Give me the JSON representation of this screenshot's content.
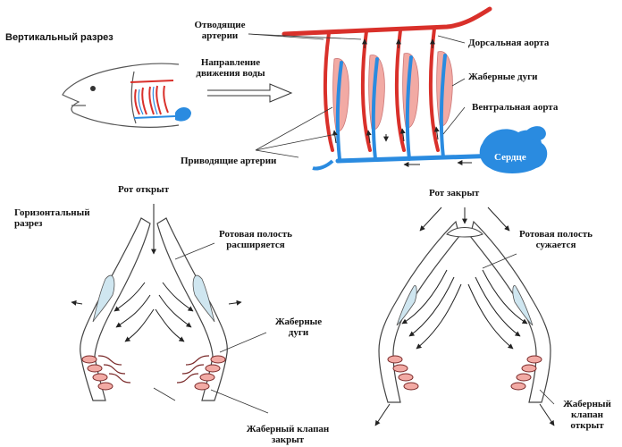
{
  "colors": {
    "artery_red": "#d9302a",
    "vein_blue": "#2a8be0",
    "gill_pink": "#f2aaa4",
    "cavity_blue": "#cfe6f0"
  },
  "top": {
    "title": "Вертикальный разрез",
    "efferent_line1": "Отводящие",
    "efferent_line2": "артерии",
    "water_line1": "Направление",
    "water_line2": "движения воды",
    "dorsal_aorta": "Дорсальная аорта",
    "gill_arches": "Жаберные дуги",
    "ventral_aorta": "Вентральная аорта",
    "heart": "Сердце",
    "afferent": "Приводящие артерии"
  },
  "bottom": {
    "horizontal_line1": "Горизонтальный",
    "horizontal_line2": "разрез",
    "mouth_open": "Рот открыт",
    "cavity_expands_line1": "Ротовая полость",
    "cavity_expands_line2": "расширяется",
    "gill_arches_line1": "Жаберные",
    "gill_arches_line2": "дуги",
    "valve_closed_line1": "Жаберный клапан",
    "valve_closed_line2": "закрыт",
    "mouth_closed": "Рот закрыт",
    "cavity_narrows_line1": "Ротовая полость",
    "cavity_narrows_line2": "сужается",
    "valve_open_line1": "Жаберный",
    "valve_open_line2": "клапан",
    "valve_open_line3": "открыт"
  }
}
